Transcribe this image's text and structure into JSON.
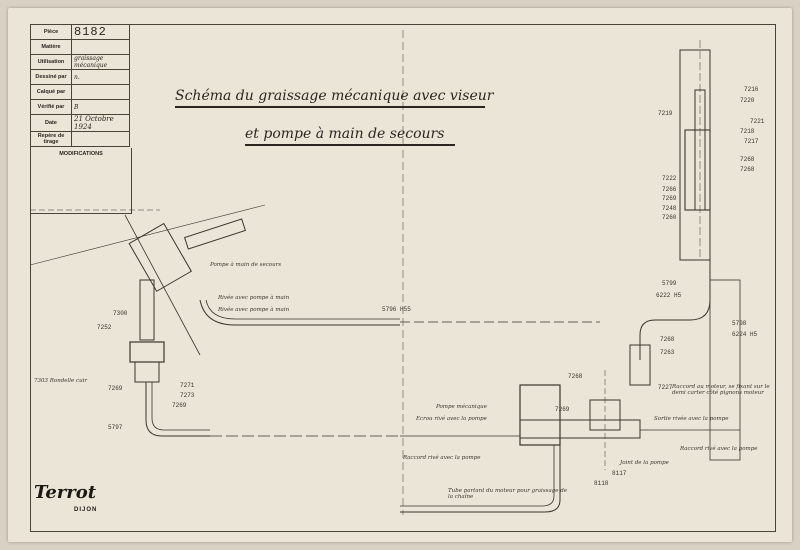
{
  "title_block": {
    "piece_label": "Pièce",
    "piece_value": "8182",
    "matiere_label": "Matière",
    "matiere_value": "",
    "utilisation_label": "Utilisation",
    "utilisation_value": "graissage mécanique",
    "dessine_label": "Dessiné par",
    "dessine_value": "n.",
    "calque_label": "Calqué par",
    "calque_value": "",
    "verifie_label": "Vérifié par",
    "verifie_value": "B",
    "date_label": "Date",
    "date_value": "21 Octobre 1924",
    "repere_label": "Repère de tirage",
    "repere_value": "",
    "modifications_label": "MODIFICATIONS"
  },
  "title": {
    "line1": "Schéma du graissage mécanique avec viseur",
    "line2": "et pompe à main de secours"
  },
  "labels": {
    "pompe_main": "Pompe à main de secours",
    "rivee_pompe": "Rivée avec pompe à main",
    "rivee_pompe2": "Rivée avec pompe à main",
    "rondelle": "7303 Rondelle cuir",
    "pompe_meca": "Pompe mécanique",
    "ecrou": "Ecrou rivé avec la pompe",
    "raccord_pompe": "Raccord rivé avec la pompe",
    "tube_chaine": "Tube partant du moteur pour graissage de la chaîne",
    "joint": "Joint de la pompe",
    "raccord_moteur": "Raccord au moteur, se fixant sur le demi carter côté pignons moteur",
    "sortie_pompe": "Sortie rivée avec la pompe",
    "raccord_rive": "Raccord rivé avec la pompe"
  },
  "numbers": {
    "n7300": "7300",
    "n7252": "7252",
    "n7269a": "7269",
    "n7271": "7271",
    "n7273": "7273",
    "n7269b": "7269",
    "n5797": "5797",
    "n5796": "5796 H55",
    "n7219": "7219",
    "n7216": "7216",
    "n7220": "7220",
    "n7221": "7221",
    "n7218": "7218",
    "n7217": "7217",
    "n7268a": "7268",
    "n7268b": "7268",
    "n7222": "7222",
    "n7266": "7266",
    "n7269c": "7269",
    "n7248": "7248",
    "n7260": "7260",
    "n5799": "5799",
    "n6222": "6222 H5",
    "n5798": "5798",
    "n6224": "6224 H5",
    "n7268c": "7268",
    "n7263": "7263",
    "n7227": "7227",
    "n7268d": "7268",
    "n7269d": "7269",
    "n8117": "8117",
    "n8118": "8118"
  },
  "logo": {
    "brand": "Terrot",
    "city": "DIJON"
  },
  "colors": {
    "paper": "#ebe5d8",
    "ink": "#3a342a"
  }
}
